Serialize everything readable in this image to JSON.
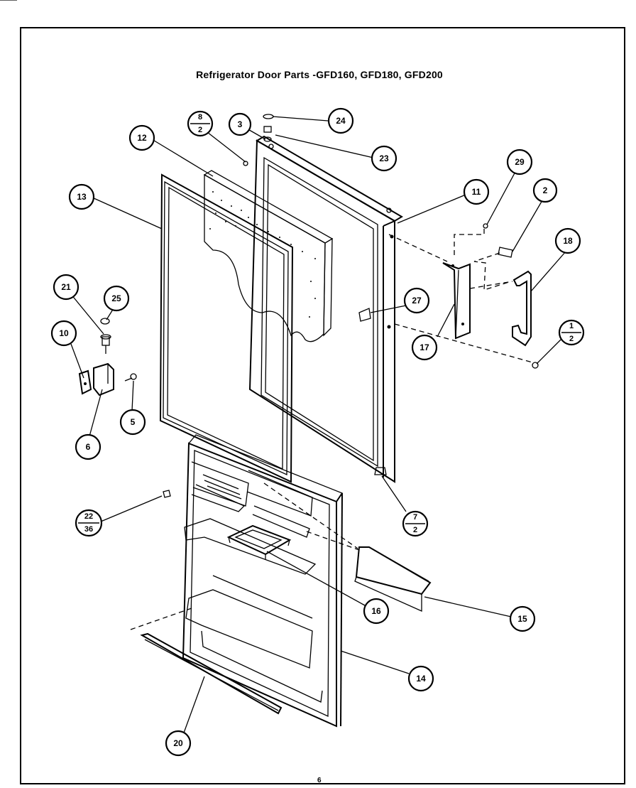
{
  "title": "Refrigerator Door Parts -GFD160, GFD180, GFD200",
  "page_number": "6",
  "callouts": [
    {
      "id": "c24",
      "label": "24"
    },
    {
      "id": "c3",
      "label": "3"
    },
    {
      "id": "c23",
      "label": "23"
    },
    {
      "id": "c12",
      "label": "12"
    },
    {
      "id": "c13",
      "label": "13"
    },
    {
      "id": "c11",
      "label": "11"
    },
    {
      "id": "c29",
      "label": "29"
    },
    {
      "id": "c2",
      "label": "2"
    },
    {
      "id": "c18",
      "label": "18"
    },
    {
      "id": "c21",
      "label": "21"
    },
    {
      "id": "c25",
      "label": "25"
    },
    {
      "id": "c27",
      "label": "27"
    },
    {
      "id": "c10",
      "label": "10"
    },
    {
      "id": "c17",
      "label": "17"
    },
    {
      "id": "c5",
      "label": "5"
    },
    {
      "id": "c6",
      "label": "6"
    },
    {
      "id": "c16",
      "label": "16"
    },
    {
      "id": "c15",
      "label": "15"
    },
    {
      "id": "c14",
      "label": "14"
    },
    {
      "id": "c20",
      "label": "20"
    }
  ],
  "fraction_callouts": [
    {
      "id": "f8_2",
      "top": "8",
      "bottom": "2"
    },
    {
      "id": "f1_2",
      "top": "1",
      "bottom": "2"
    },
    {
      "id": "f7_2",
      "top": "7",
      "bottom": "2"
    },
    {
      "id": "f22_36",
      "top": "22",
      "bottom": "36"
    }
  ]
}
